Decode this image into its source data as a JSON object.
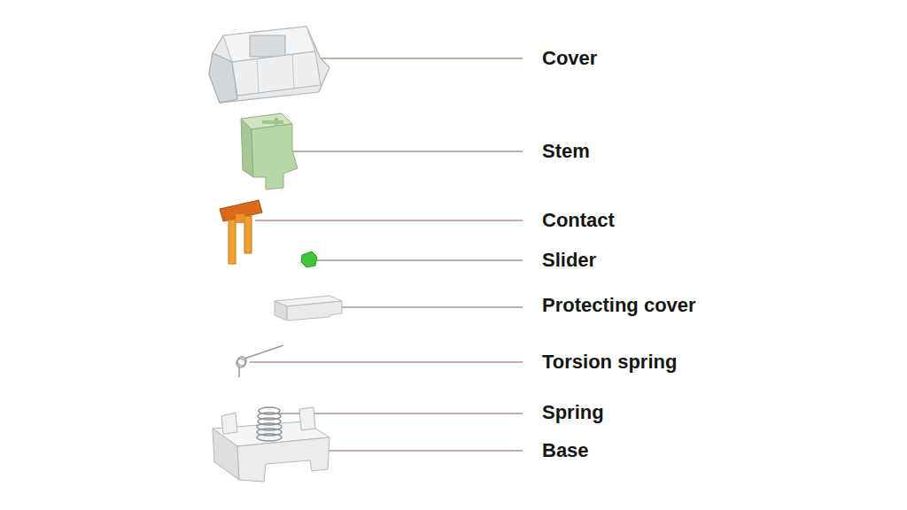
{
  "diagram": {
    "labels": [
      "Cover",
      "Stem",
      "Contact",
      "Slider",
      "Protecting cover",
      "Torsion spring",
      "Spring",
      "Base"
    ]
  }
}
